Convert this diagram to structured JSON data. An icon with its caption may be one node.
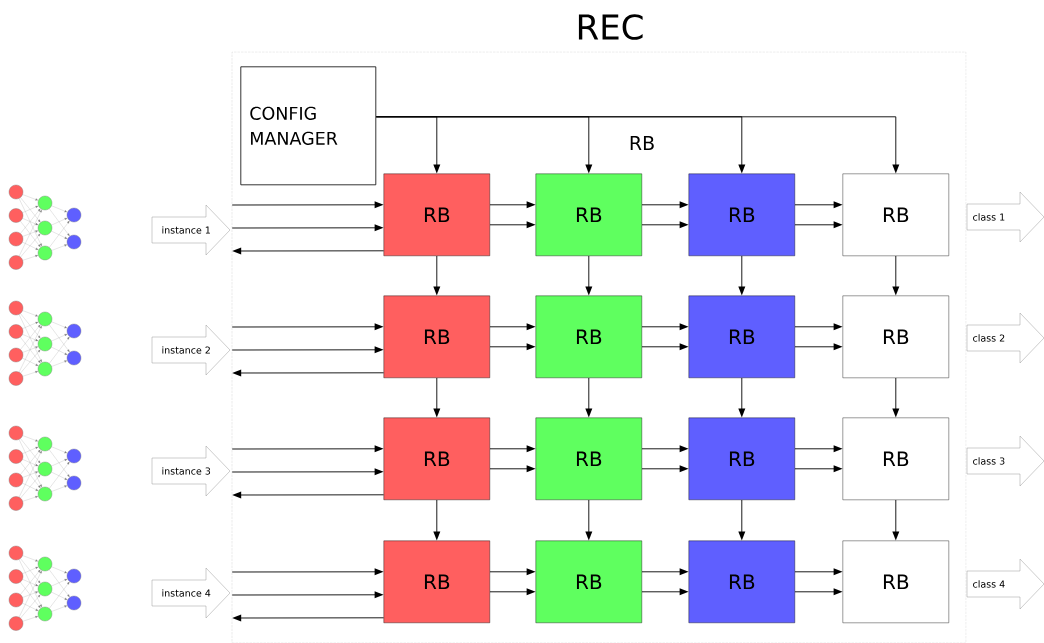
{
  "diagram": {
    "nodes": [
      {
        "text": [
          "REC"
        ]
      },
      {
        "text": [
          "CONFIG MANAGER"
        ],
        "in": 0
      },
      {
        "text": [
          "RB"
        ],
        "in": 0
      },
      {
        "text": [
          "RB"
        ],
        "in": 0
      },
      {
        "text": [
          "RB"
        ],
        "in": 0
      },
      {
        "text": [
          "RB"
        ],
        "in": 0
      },
      {
        "text": [
          "RB"
        ],
        "in": 0
      },
      {
        "text": [
          "RB"
        ],
        "in": 0
      },
      {
        "text": [
          "RB"
        ],
        "in": 0
      },
      {
        "text": [
          "RB"
        ],
        "in": 0
      },
      {
        "text": [
          "RB"
        ],
        "in": 0
      },
      {
        "text": [
          "RB"
        ],
        "in": 0
      },
      {
        "text": [
          "RB"
        ],
        "in": 0
      },
      {
        "text": [
          "RB"
        ],
        "in": 0
      },
      {
        "text": [
          "RB"
        ],
        "in": 0
      },
      {
        "text": [
          "RB"
        ],
        "in": 0
      },
      {
        "text": [
          "RB"
        ],
        "in": 0
      },
      {
        "text": [
          "RB"
        ],
        "in": 0
      },
      {
        "text": [
          "instance 1"
        ]
      },
      {
        "text": [
          "instance 2"
        ]
      },
      {
        "text": [
          "instance 3"
        ]
      },
      {
        "text": [
          "instance 4"
        ]
      },
      {
        "text": [
          "class 1"
        ]
      },
      {
        "text": [
          "class 2"
        ]
      },
      {
        "text": [
          "class 3"
        ]
      },
      {
        "text": [
          "class 4"
        ]
      }
    ],
    "edges": [
      {
        "from": 1,
        "to": 2,
        "arrow": "to"
      },
      {
        "from": 1,
        "to": 3,
        "arrow": "to"
      },
      {
        "from": 1,
        "to": 4,
        "arrow": "to"
      },
      {
        "from": 1,
        "to": 5,
        "arrow": "to"
      },
      {
        "from": 18,
        "to": 2,
        "arrow": "to"
      },
      {
        "from": 18,
        "to": 2,
        "arrow": "to"
      },
      {
        "from": 2,
        "to": 18,
        "arrow": "to"
      },
      {
        "from": 19,
        "to": 6,
        "arrow": "to"
      },
      {
        "from": 19,
        "to": 6,
        "arrow": "to"
      },
      {
        "from": 6,
        "to": 19,
        "arrow": "to"
      },
      {
        "from": 20,
        "to": 10,
        "arrow": "to"
      },
      {
        "from": 20,
        "to": 10,
        "arrow": "to"
      },
      {
        "from": 10,
        "to": 20,
        "arrow": "to"
      },
      {
        "from": 21,
        "to": 14,
        "arrow": "to"
      },
      {
        "from": 21,
        "to": 14,
        "arrow": "to"
      },
      {
        "from": 14,
        "to": 21,
        "arrow": "to"
      },
      {
        "from": 2,
        "to": 3,
        "arrow": "to"
      },
      {
        "from": 2,
        "to": 3,
        "arrow": "to"
      },
      {
        "from": 3,
        "to": 4,
        "arrow": "to"
      },
      {
        "from": 3,
        "to": 4,
        "arrow": "to"
      },
      {
        "from": 4,
        "to": 5,
        "arrow": "to"
      },
      {
        "from": 4,
        "to": 5,
        "arrow": "to"
      },
      {
        "from": 6,
        "to": 7,
        "arrow": "to"
      },
      {
        "from": 6,
        "to": 7,
        "arrow": "to"
      },
      {
        "from": 7,
        "to": 8,
        "arrow": "to"
      },
      {
        "from": 7,
        "to": 8,
        "arrow": "to"
      },
      {
        "from": 8,
        "to": 9,
        "arrow": "to"
      },
      {
        "from": 8,
        "to": 9,
        "arrow": "to"
      },
      {
        "from": 10,
        "to": 11,
        "arrow": "to"
      },
      {
        "from": 10,
        "to": 11,
        "arrow": "to"
      },
      {
        "from": 11,
        "to": 12,
        "arrow": "to"
      },
      {
        "from": 11,
        "to": 12,
        "arrow": "to"
      },
      {
        "from": 12,
        "to": 13,
        "arrow": "to"
      },
      {
        "from": 12,
        "to": 13,
        "arrow": "to"
      },
      {
        "from": 14,
        "to": 15,
        "arrow": "to"
      },
      {
        "from": 14,
        "to": 15,
        "arrow": "to"
      },
      {
        "from": 15,
        "to": 16,
        "arrow": "to"
      },
      {
        "from": 15,
        "to": 16,
        "arrow": "to"
      },
      {
        "from": 16,
        "to": 17,
        "arrow": "to"
      },
      {
        "from": 16,
        "to": 17,
        "arrow": "to"
      },
      {
        "from": 2,
        "to": 6,
        "arrow": "to"
      },
      {
        "from": 3,
        "to": 7,
        "arrow": "to"
      },
      {
        "from": 4,
        "to": 8,
        "arrow": "to"
      },
      {
        "from": 5,
        "to": 9,
        "arrow": "to"
      },
      {
        "from": 6,
        "to": 10,
        "arrow": "to"
      },
      {
        "from": 7,
        "to": 11,
        "arrow": "to"
      },
      {
        "from": 8,
        "to": 12,
        "arrow": "to"
      },
      {
        "from": 9,
        "to": 13,
        "arrow": "to"
      },
      {
        "from": 10,
        "to": 14,
        "arrow": "to"
      },
      {
        "from": 11,
        "to": 15,
        "arrow": "to"
      },
      {
        "from": 12,
        "to": 16,
        "arrow": "to"
      },
      {
        "from": 13,
        "to": 17,
        "arrow": "to"
      }
    ],
    "labels": [
      "RB"
    ]
  }
}
